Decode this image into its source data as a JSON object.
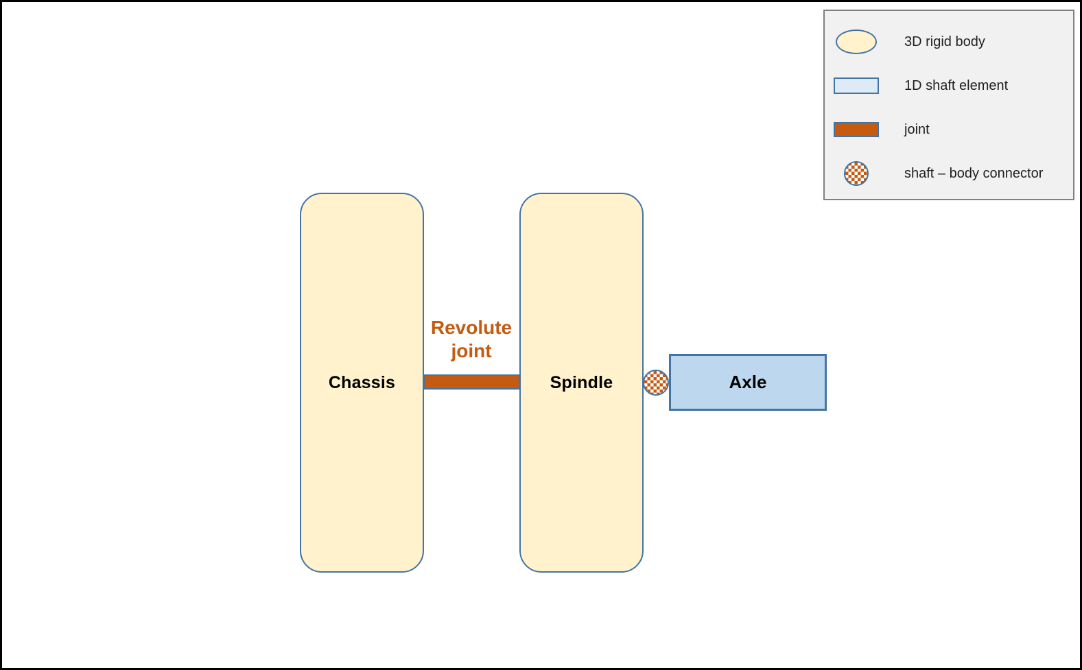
{
  "colors": {
    "frame_border": "#000000",
    "body_fill": "#FFF2CC",
    "shaft_fill": "#BDD7EE",
    "shaft_light_fill": "#DEEBF7",
    "joint_fill": "#C55A11",
    "shape_border": "#4474A4",
    "legend_bg": "#F1F1F1",
    "legend_border": "#808080",
    "label_text": "#000000",
    "legend_text": "#1F1F1F"
  },
  "diagram": {
    "chassis_label": "Chassis",
    "spindle_label": "Spindle",
    "axle_label": "Axle",
    "revolute_label_line1": "Revolute",
    "revolute_label_line2": "joint"
  },
  "legend": {
    "items": [
      {
        "swatch": "cream-ellipse",
        "label": "3D rigid body"
      },
      {
        "swatch": "light-blue-rect",
        "label": "1D shaft element"
      },
      {
        "swatch": "orange-rect",
        "label": "joint"
      },
      {
        "swatch": "checkered-circle",
        "label": "shaft – body connector"
      }
    ]
  }
}
